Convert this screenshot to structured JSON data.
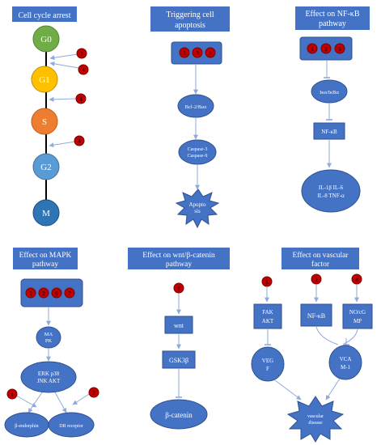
{
  "colors": {
    "header_fill": "#4472C4",
    "node_fill": "#4472C4",
    "node_stroke": "#2F528F",
    "badge_fill": "#C00000",
    "arrow": "#8FAADC",
    "g0": "#70AD47",
    "g1": "#FFC000",
    "s": "#ED7D31",
    "g2": "#5B9BD5",
    "m": "#2E75B6"
  },
  "panels": {
    "cell_cycle": {
      "title": "Cell cycle arrest",
      "phases": [
        "G0",
        "G1",
        "S",
        "G2",
        "M"
      ],
      "badges": [
        "1",
        "4",
        "4",
        "4"
      ]
    },
    "apoptosis": {
      "title_line1": "Triggering  cell",
      "title_line2": "apoptosis",
      "badges": [
        "1",
        "3",
        "5"
      ],
      "node1": "Bcl-2/Bax",
      "node2_line1": "Caspase-3",
      "node2_line2": "Caspase-9",
      "star_line1": "Apopto",
      "star_line2": "sis"
    },
    "nfkb": {
      "title_line1": "Effect on NF-κB",
      "title_line2": "pathway",
      "badges": [
        "1",
        "2",
        "5"
      ],
      "node1": "Iκα/IκBα",
      "node2": "NF-κB",
      "node3_line1": "IL-1β IL-6",
      "node3_line2": "IL-8 TNF-α"
    },
    "mapk": {
      "title_line1": "Effect on MAPK",
      "title_line2": "pathway",
      "badges": [
        "1",
        "2",
        "6",
        "7"
      ],
      "node1_line1": "MA",
      "node1_line2": "PK",
      "node2_line1": "ERK p38",
      "node2_line2": "JNK AKT",
      "left_badge": "1",
      "right_badge": "2",
      "leaf_left": "β-endorphin",
      "leaf_right": "DR receptor"
    },
    "wnt": {
      "title_line1": "Effect on wnt/β-catenin",
      "title_line2": "pathway",
      "badge": "1",
      "node1": "wnt",
      "node2": "GSK3β",
      "node3": "β-catenin"
    },
    "vascular": {
      "title_line1": "Effect on vascular",
      "title_line2": "factor",
      "badges": [
        "1",
        "2",
        "8"
      ],
      "box1_line1": "FAK",
      "box1_line2": "AKT",
      "box2": "NF-κB",
      "box3_line1": "NO/cG",
      "box3_line2": "MP",
      "node_left_line1": "VEG",
      "node_left_line2": "F",
      "node_right_line1": "VCA",
      "node_right_line2": "M-1",
      "star_line1": "vascular",
      "star_line2": "disease"
    }
  }
}
